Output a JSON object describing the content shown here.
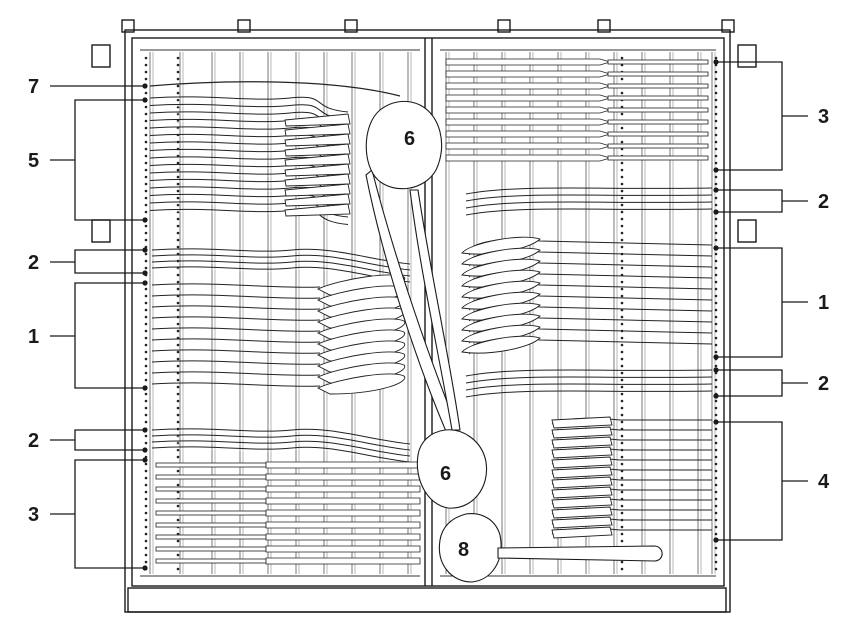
{
  "diagram": {
    "labels_left": [
      {
        "id": "L7",
        "text": "7"
      },
      {
        "id": "L5",
        "text": "5"
      },
      {
        "id": "L2a",
        "text": "2"
      },
      {
        "id": "L1",
        "text": "1"
      },
      {
        "id": "L2b",
        "text": "2"
      },
      {
        "id": "L3",
        "text": "3"
      }
    ],
    "labels_right": [
      {
        "id": "R3",
        "text": "3"
      },
      {
        "id": "R2a",
        "text": "2"
      },
      {
        "id": "R1",
        "text": "1"
      },
      {
        "id": "R2b",
        "text": "2"
      },
      {
        "id": "R4",
        "text": "4"
      }
    ],
    "labels_inline": [
      {
        "id": "S6a",
        "text": "6"
      },
      {
        "id": "S6b",
        "text": "6"
      },
      {
        "id": "S8",
        "text": "8"
      }
    ]
  }
}
